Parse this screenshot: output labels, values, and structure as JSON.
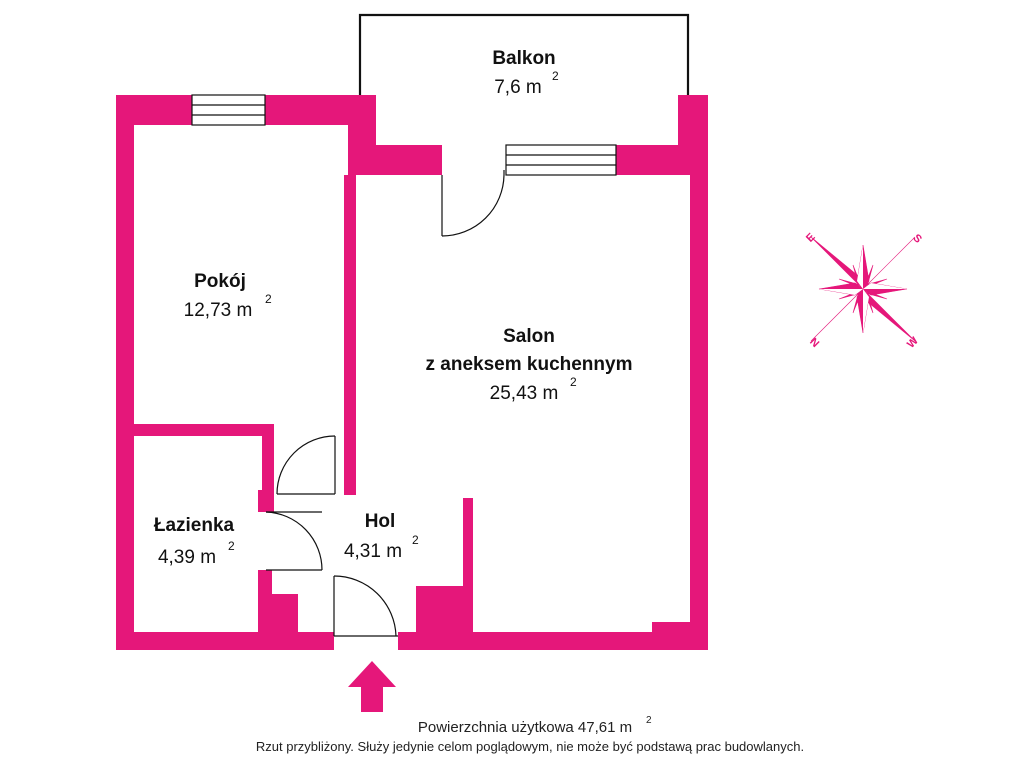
{
  "colors": {
    "wall": "#e5177a",
    "line": "#111111",
    "background": "#ffffff"
  },
  "rooms": {
    "balkon": {
      "name": "Balkon",
      "area": "7,6 m",
      "unit_sup": "2"
    },
    "pokoj": {
      "name": "Pokój",
      "area": "12,73 m",
      "unit_sup": "2"
    },
    "salon": {
      "name_line1": "Salon",
      "name_line2": "z aneksem kuchennym",
      "area": "25,43 m",
      "unit_sup": "2"
    },
    "lazienka": {
      "name": "Łazienka",
      "area": "4,39 m",
      "unit_sup": "2"
    },
    "hol": {
      "name": "Hol",
      "area": "4,31 m",
      "unit_sup": "2"
    }
  },
  "compass": {
    "letters": {
      "e": "E",
      "s": "S",
      "n": "N",
      "w": "W"
    },
    "icon": "compass-rose-icon"
  },
  "entrance": {
    "icon": "entrance-arrow-icon"
  },
  "footer": {
    "total_label": "Powierzchnia użytkowa 47,61 m",
    "total_sup": "2",
    "disclaimer": "Rzut przybliżony. Służy jedynie celom poglądowym, nie może być podstawą prac budowlanych."
  }
}
